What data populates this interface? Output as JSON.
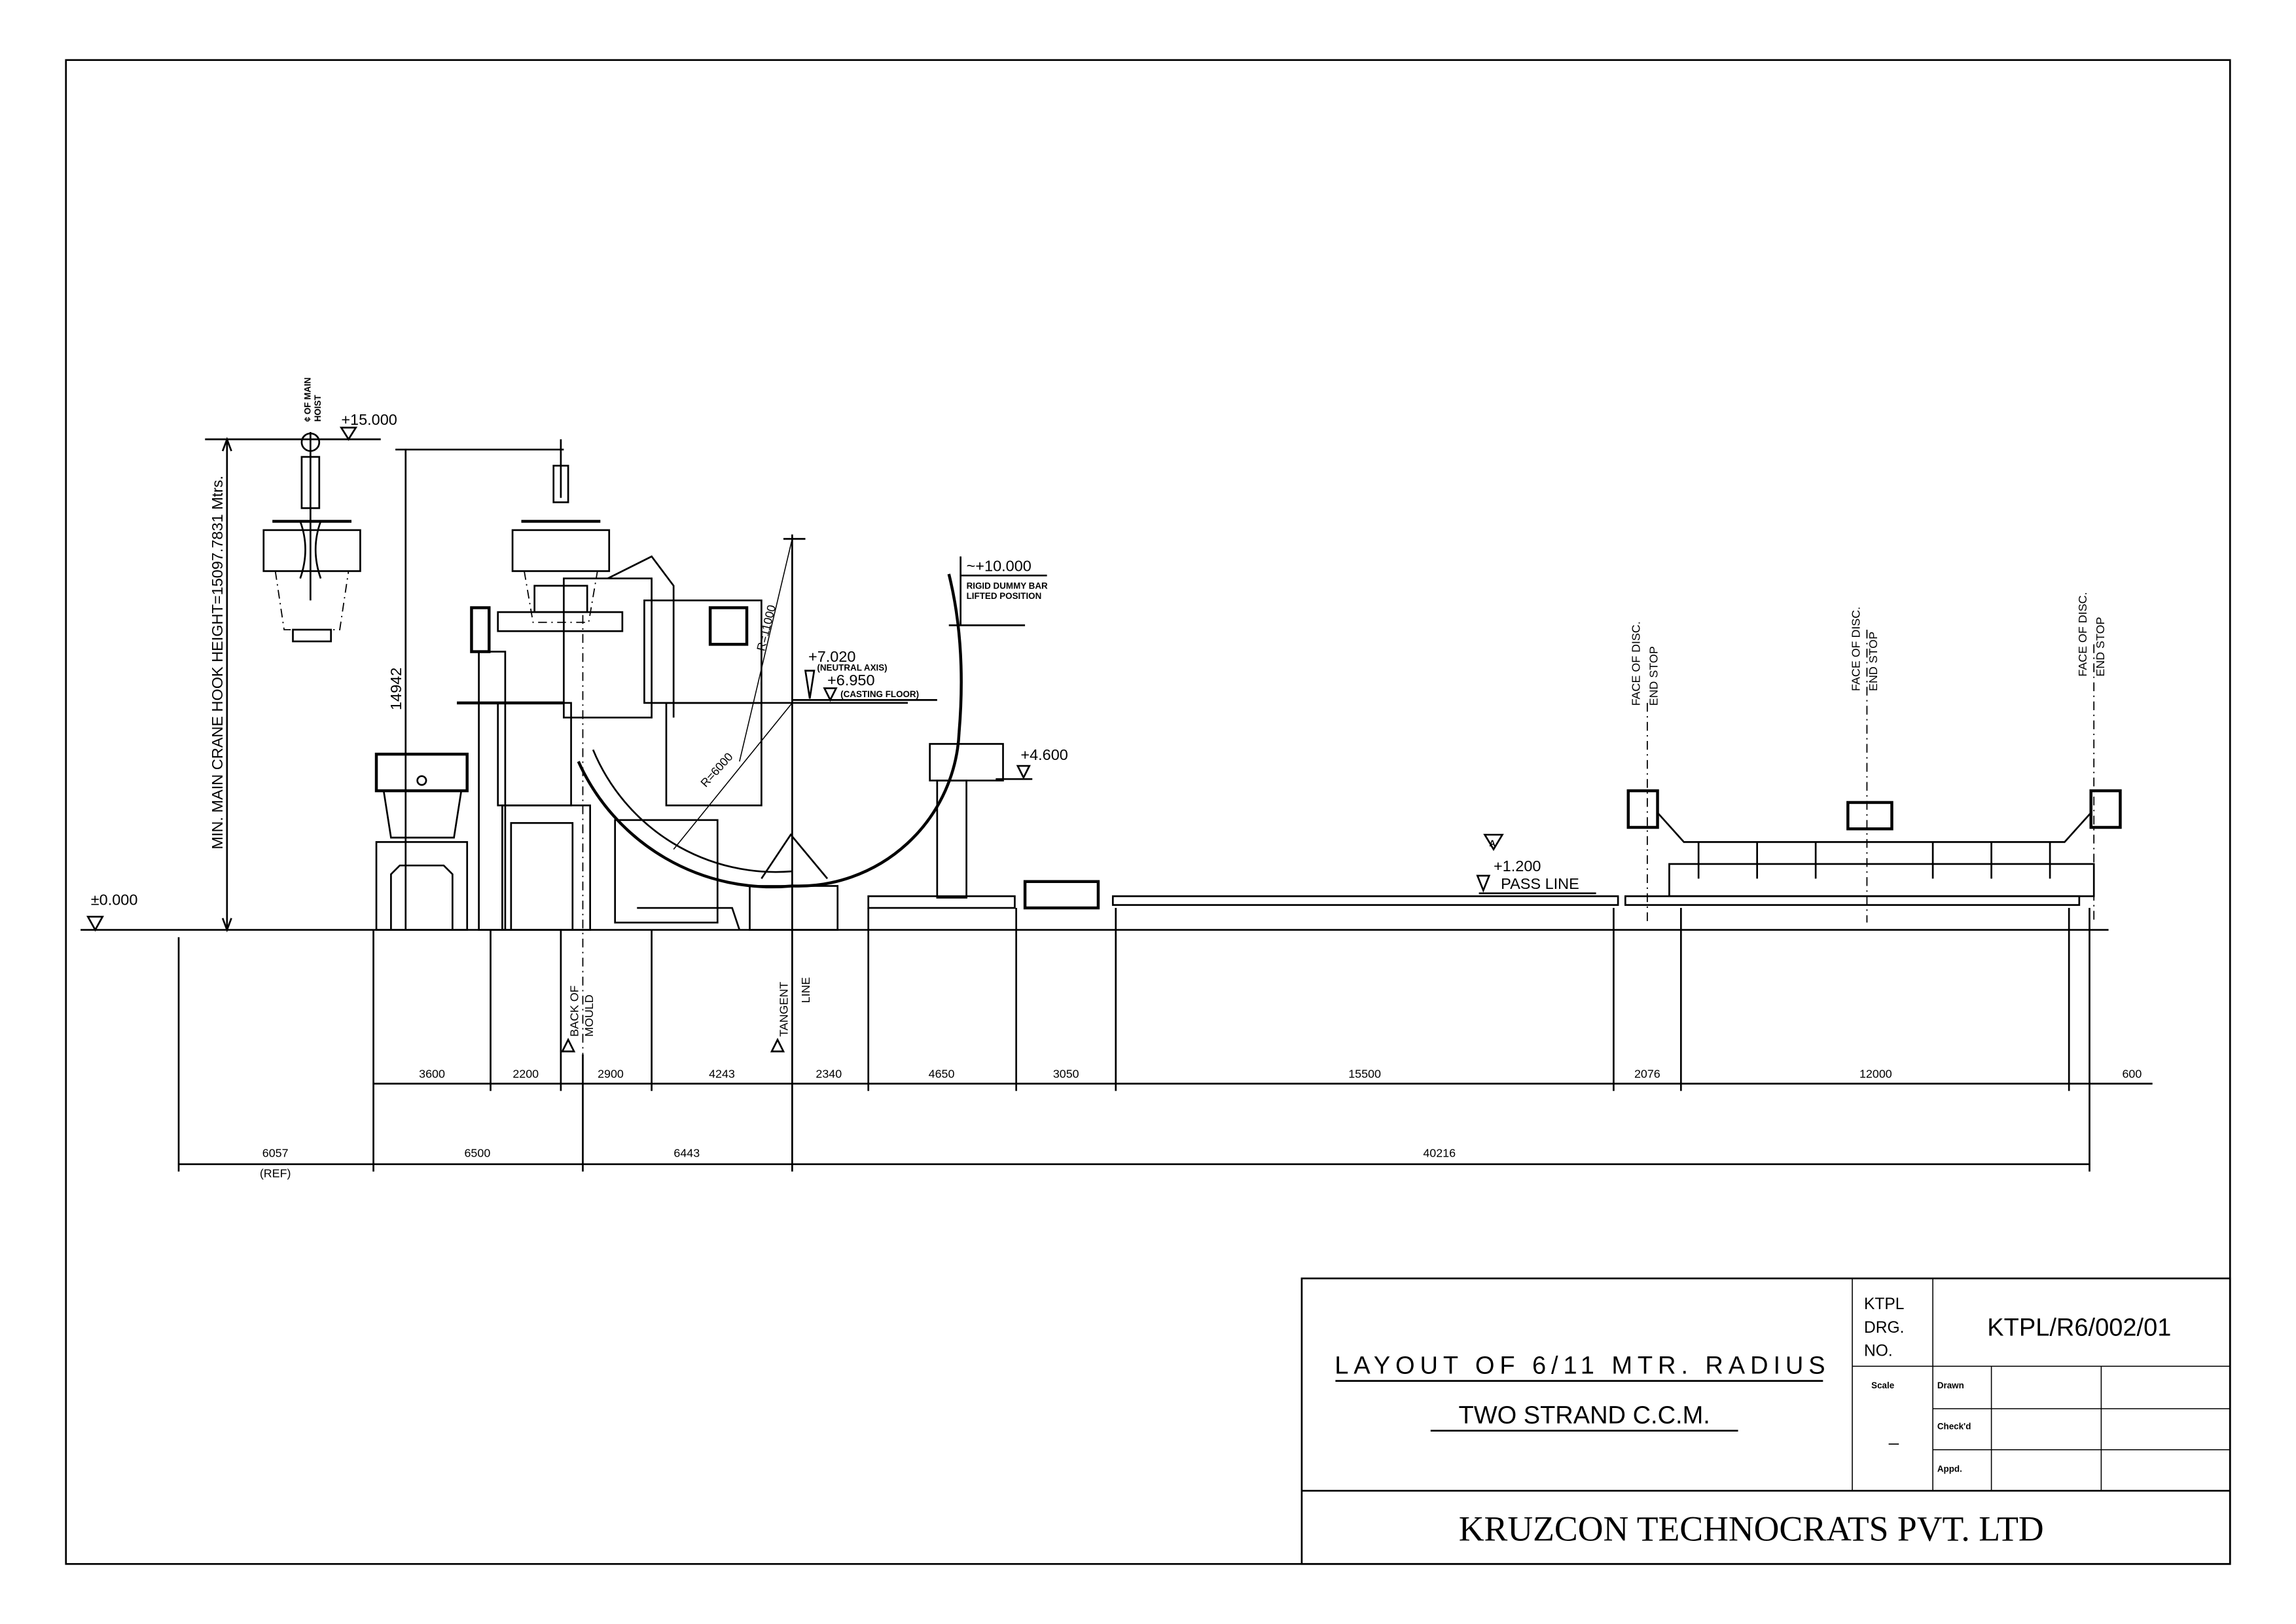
{
  "drawing": {
    "levels": {
      "ground": "±0.000",
      "crane": "+15.000",
      "neutral_axis_value": "+7.020",
      "neutral_axis_label": "(NEUTRAL AXIS)",
      "casting_floor_value": "+6.950",
      "casting_floor_label": "(CASTING FLOOR)",
      "dummy_bar_value": "~+10.000",
      "dummy_bar_label_1": "RIGID DUMMY BAR",
      "dummy_bar_label_2": "LIFTED POSITION",
      "platform": "+4.600",
      "pass_line_value": "+1.200",
      "pass_line_label": "PASS LINE",
      "revision_mark": "A"
    },
    "labels": {
      "crane_hook_height": "MIN. MAIN CRANE HOOK HEIGHT=15097.7831 Mtrs.",
      "main_hoist_1": "¢ OF MAIN",
      "main_hoist_2": "HOIST",
      "height_dim": "14942",
      "radius_outer": "R=11000",
      "radius_inner": "R=6000",
      "back_of_mould_1": "BACK OF",
      "back_of_mould_2": "MOULD",
      "tangent_1": "TANGENT",
      "tangent_2": "LINE",
      "end_stop": [
        {
          "l1": "FACE OF DISC.",
          "l2": "END STOP"
        },
        {
          "l1": "FACE OF DISC.",
          "l2": "END STOP"
        },
        {
          "l1": "FACE OF DISC.",
          "l2": "END STOP"
        }
      ]
    },
    "dimensions_row1": [
      "3600",
      "2200",
      "2900",
      "4243",
      "2340",
      "4650",
      "3050",
      "15500",
      "2076",
      "12000",
      "600"
    ],
    "dimensions_row2": [
      {
        "value": "6057",
        "note": "(REF)"
      },
      {
        "value": "6500"
      },
      {
        "value": "6443"
      },
      {
        "value": "40216"
      }
    ]
  },
  "title_block": {
    "title_line1": "LAYOUT OF 6/11 MTR. RADIUS",
    "title_line2": "TWO STRAND C.C.M.",
    "drg_label_1": "KTPL",
    "drg_label_2": "DRG.",
    "drg_label_3": "NO.",
    "drg_number": "KTPL/R6/002/01",
    "scale_label": "Scale",
    "scale_value": "_",
    "drawn_label": "Drawn",
    "checked_label": "Check'd",
    "approved_label": "Appd.",
    "company": "KRUZCON TECHNOCRATS PVT. LTD"
  }
}
